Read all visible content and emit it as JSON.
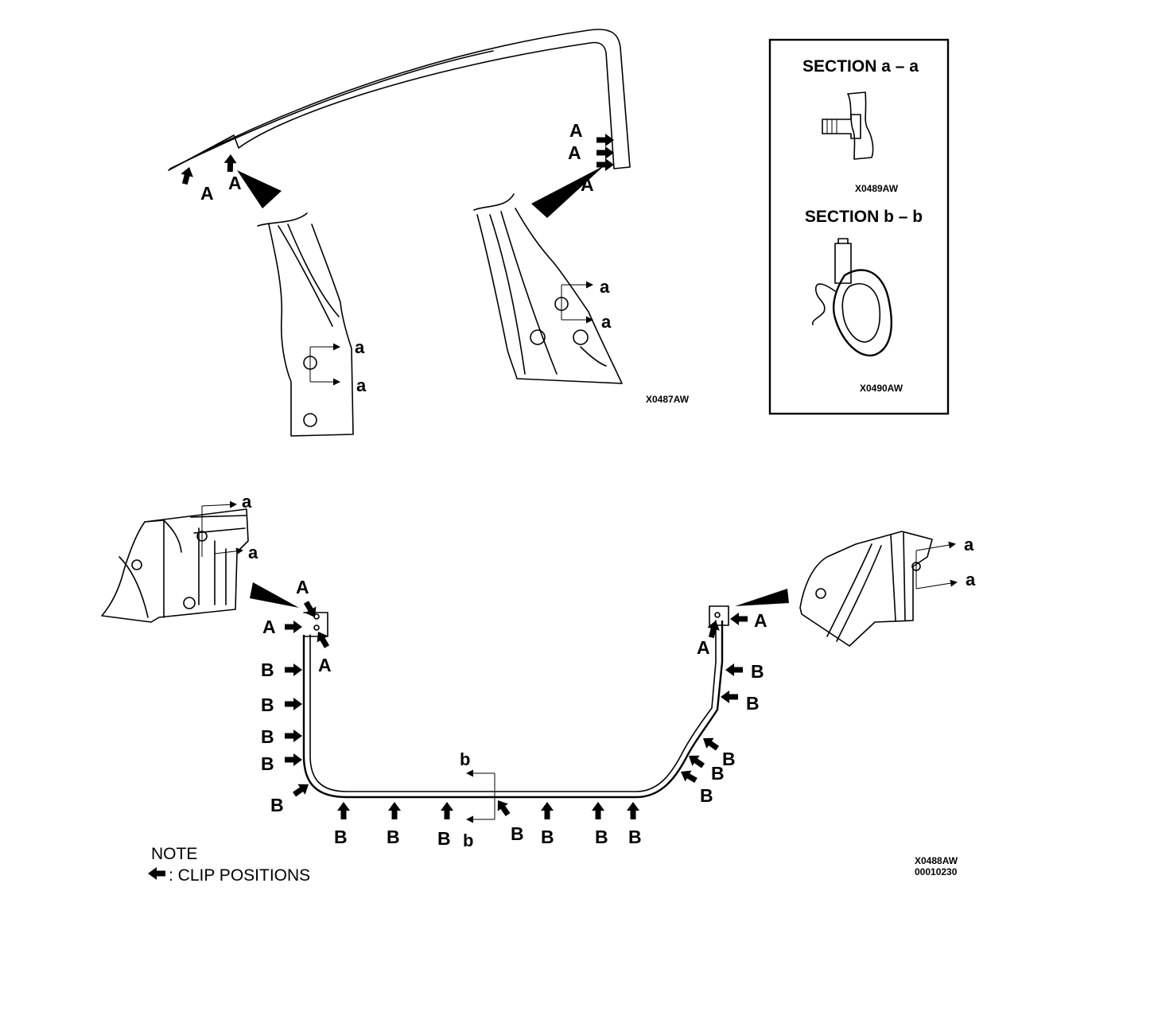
{
  "top_drawing": {
    "code": "X0487AW",
    "front_clip_labels": [
      "A",
      "A"
    ],
    "rear_clip_labels": [
      "A",
      "A",
      "A"
    ],
    "front_section_marks": [
      "a",
      "a"
    ],
    "rear_section_marks": [
      "a",
      "a"
    ]
  },
  "section_box": {
    "section_a": {
      "title": "SECTION a – a",
      "code": "X0489AW"
    },
    "section_b": {
      "title": "SECTION b – b",
      "code": "X0490AW"
    }
  },
  "bottom_drawing": {
    "code": "X0488AW",
    "ref_number": "00010230",
    "left_section_marks": [
      "a",
      "a"
    ],
    "right_section_marks": [
      "a",
      "a"
    ],
    "left_a_labels": [
      "A",
      "A",
      "A"
    ],
    "right_a_labels": [
      "A",
      "A"
    ],
    "left_b_labels": [
      "B",
      "B",
      "B",
      "B",
      "B"
    ],
    "bottom_b_labels": [
      "B",
      "B",
      "B",
      "B",
      "B",
      "B",
      "B"
    ],
    "right_b_labels": [
      "B",
      "B",
      "B",
      "B",
      "B"
    ],
    "section_b_marks": [
      "b",
      "b"
    ]
  },
  "note": {
    "title": "NOTE",
    "legend_text": ": CLIP POSITIONS",
    "legend_icon": "clip-arrow-icon"
  }
}
